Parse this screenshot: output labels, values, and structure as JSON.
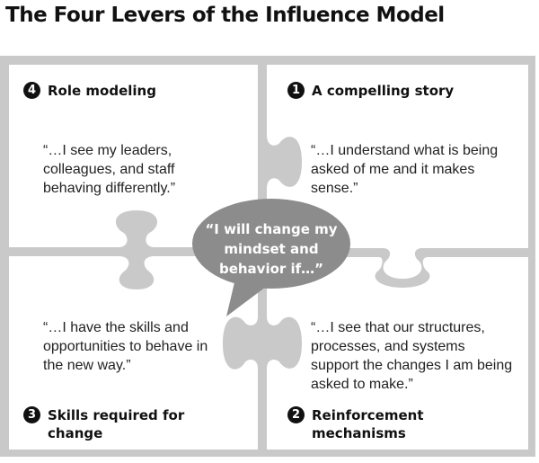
{
  "title": "The Four Levers of the Influence Model",
  "center": {
    "text": "“I will change my mindset and behavior if…”"
  },
  "quadrants": [
    {
      "number": "4",
      "label": "Role modeling",
      "quote": "“…I see my leaders, colleagues, and staff behaving differently.”"
    },
    {
      "number": "1",
      "label": "A compelling story",
      "quote": "“…I understand what is being asked of me and it makes sense.”"
    },
    {
      "number": "3",
      "label": "Skills required for change",
      "quote": "“…I have the skills and opportunities to behave in the new way.”"
    },
    {
      "number": "2",
      "label": "Reinforcement mechanisms",
      "quote": "“…I see that our structures, processes, and systems support the changes I am being asked to make.”"
    }
  ],
  "colors": {
    "frame": "#c9c9c9",
    "panel": "#ffffff",
    "bubble": "#8c8c8c",
    "text": "#1a1a1a"
  }
}
